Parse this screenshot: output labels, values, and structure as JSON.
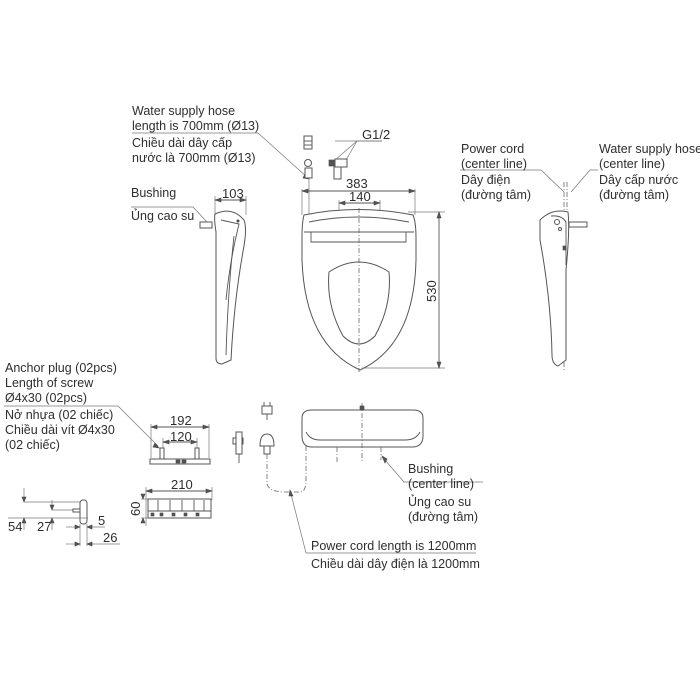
{
  "diagram": {
    "type": "technical-dimension-drawing",
    "units": "mm",
    "colors": {
      "line": "#555555",
      "text": "#2e2e2e",
      "background": "#ffffff"
    }
  },
  "top_view": {
    "water_hose_label_en_1": "Water supply hose",
    "water_hose_label_en_2": "length is 700mm (Ø13)",
    "water_hose_label_vi_1": "Chiều dài dây cấp",
    "water_hose_label_vi_2": "nước là 700mm (Ø13)",
    "thread_label": "G1/2",
    "width_overall": "383",
    "width_mount": "140",
    "length_overall": "530"
  },
  "left_side_view": {
    "bushing_en": "Bushing",
    "bushing_vi": "Ủng cao su",
    "depth": "103"
  },
  "right_side_view": {
    "power_cord_en_1": "Power cord",
    "power_cord_en_2": "(center line)",
    "power_cord_vi_1": "Dây điện",
    "power_cord_vi_2": "(đường tâm)",
    "water_hose_en_1": "Water supply hose",
    "water_hose_en_2": "(center line)",
    "water_hose_vi_1": "Dây cấp nước",
    "water_hose_vi_2": "(đường tâm)"
  },
  "anchor_plate": {
    "label_en_1": "Anchor plug (02pcs)",
    "label_en_2": "Length of screw",
    "label_en_3": "Ø4x30 (02pcs)",
    "label_vi_1": "Nở nhựa (02 chiếc)",
    "label_vi_2": "Chiều dài vít Ø4x30",
    "label_vi_3": "(02 chiếc)",
    "width_overall": "192",
    "hole_spacing": "120"
  },
  "holder_side": {
    "height_1": "54",
    "height_2": "27",
    "thickness": "5",
    "depth": "26"
  },
  "remote_control": {
    "width": "210",
    "height": "60"
  },
  "rear_view": {
    "bushing_en_1": "Bushing",
    "bushing_en_2": "(center line)",
    "bushing_vi_1": "Ủng cao su",
    "bushing_vi_2": "(đường tâm)",
    "power_cord_en": "Power cord length is 1200mm",
    "power_cord_vi": "Chiều dài dây điện là 1200mm"
  }
}
